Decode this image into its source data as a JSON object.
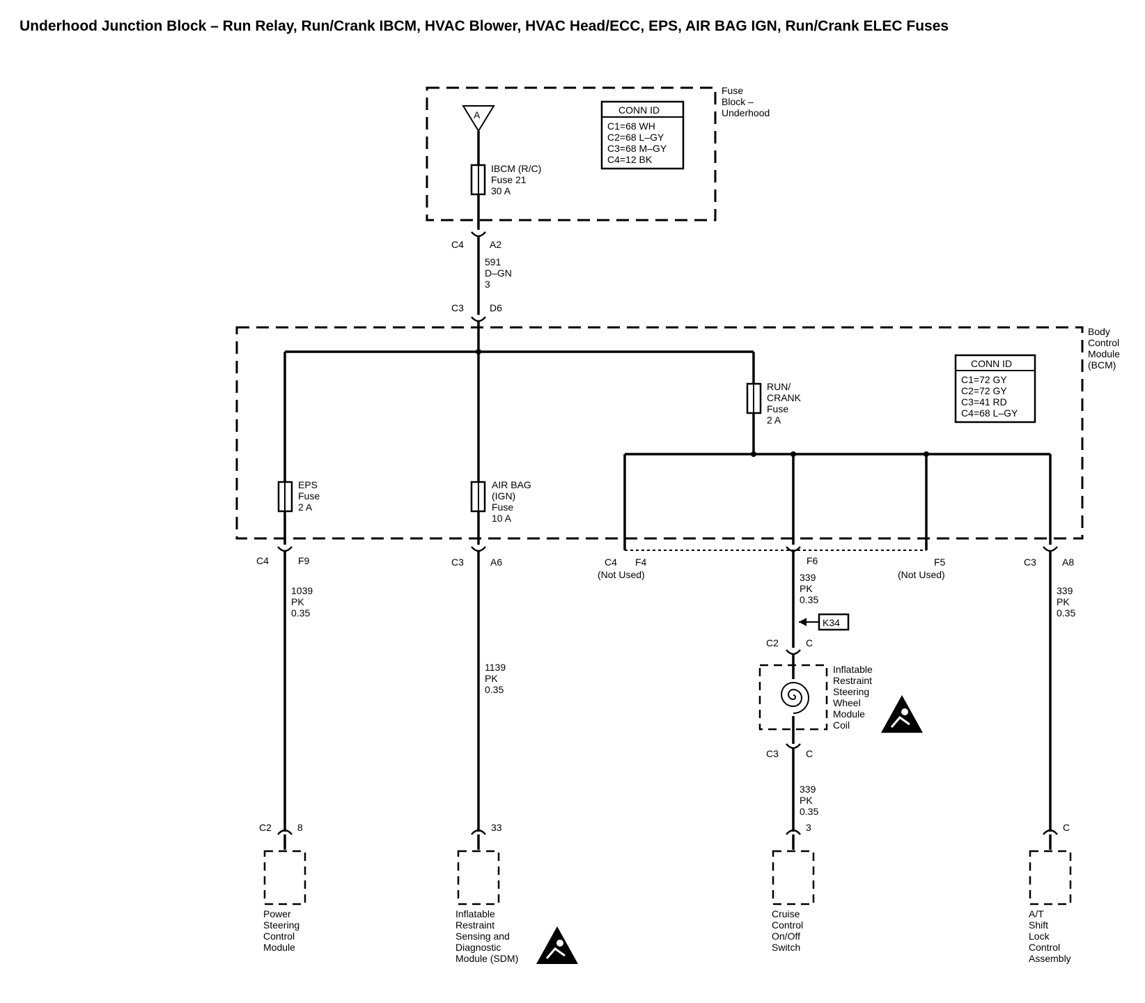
{
  "title": "Underhood Junction Block – Run Relay, Run/Crank IBCM, HVAC Blower, HVAC Head/ECC, EPS, AIR BAG IGN, Run/Crank ELEC Fuses",
  "fuse_block": {
    "name": [
      "Fuse",
      "Block –",
      "Underhood"
    ],
    "ref": "A",
    "fuse": [
      "IBCM (R/C)",
      "Fuse 21",
      "30 A"
    ],
    "conn_id": {
      "header": "CONN ID",
      "rows": [
        "C1=68 WH",
        "C2=68 L–GY",
        "C3=68 M–GY",
        "C4=12 BK"
      ]
    }
  },
  "feed": {
    "top_conn": "C4",
    "top_pin": "A2",
    "wire": [
      "591",
      "D–GN",
      "3"
    ],
    "bcm_conn": "C3",
    "bcm_pin": "D6"
  },
  "bcm": {
    "name": [
      "Body",
      "Control",
      "Module",
      "(BCM)"
    ],
    "conn_id": {
      "header": "CONN ID",
      "rows": [
        "C1=72 GY",
        "C2=72 GY",
        "C3=41 RD",
        "C4=68 L–GY"
      ]
    },
    "run_crank_fuse": [
      "RUN/",
      "CRANK",
      "Fuse",
      "2 A"
    ],
    "eps_fuse": [
      "EPS",
      "Fuse",
      "2 A"
    ],
    "airbag_fuse": [
      "AIR BAG",
      "(IGN)",
      "Fuse",
      "10 A"
    ]
  },
  "outputs": {
    "eps": {
      "conn": "C4",
      "pin": "F9",
      "wire": [
        "1039",
        "PK",
        "0.35"
      ]
    },
    "airbag": {
      "conn": "C3",
      "pin": "A6",
      "wire": [
        "1139",
        "PK",
        "0.35"
      ]
    },
    "f4": {
      "conn": "C4",
      "pin": "F4",
      "note": "(Not Used)"
    },
    "f6": {
      "pin": "F6",
      "wire": [
        "339",
        "PK",
        "0.35"
      ]
    },
    "f5": {
      "pin": "F5",
      "note": "(Not Used)"
    },
    "a8": {
      "conn": "C3",
      "pin": "A8",
      "wire": [
        "339",
        "PK",
        "0.35"
      ]
    }
  },
  "ref_k34": "K34",
  "coil": {
    "top_conn": "C2",
    "top_pin": "C",
    "name": [
      "Inflatable",
      "Restraint",
      "Steering",
      "Wheel",
      "Module",
      "Coil"
    ],
    "bottom_conn": "C3",
    "bottom_pin": "C",
    "wire_out": [
      "339",
      "PK",
      "0.35"
    ]
  },
  "components": {
    "psc": {
      "conn": "C2",
      "pin": "8",
      "name": [
        "Power",
        "Steering",
        "Control",
        "Module"
      ]
    },
    "sdm": {
      "pin": "33",
      "name": [
        "Inflatable",
        "Restraint",
        "Sensing and",
        "Diagnostic",
        "Module (SDM)"
      ]
    },
    "cruise": {
      "pin": "3",
      "name": [
        "Cruise",
        "Control",
        "On/Off",
        "Switch"
      ]
    },
    "at": {
      "pin": "C",
      "name": [
        "A/T",
        "Shift",
        "Lock",
        "Control",
        "Assembly"
      ]
    }
  },
  "icons": {
    "sir_warning": "airbag-warning-icon"
  }
}
